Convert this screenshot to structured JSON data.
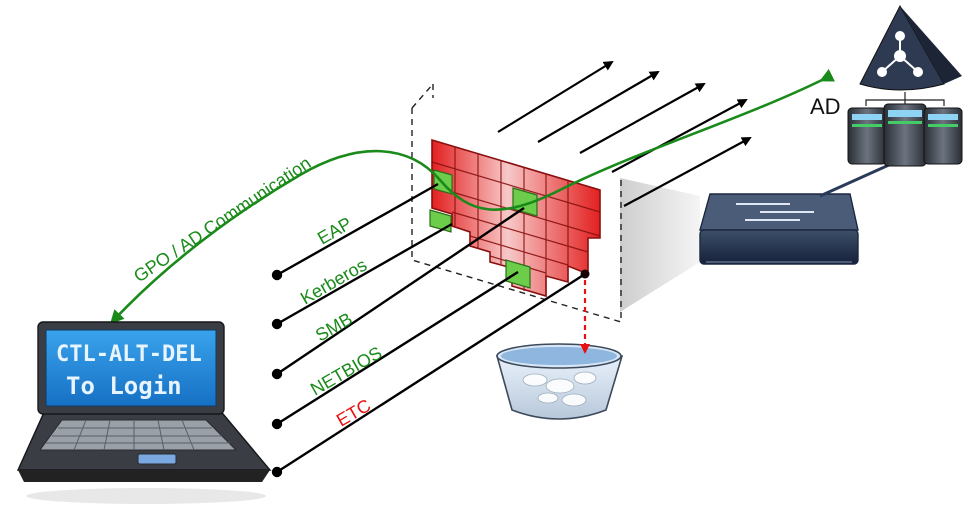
{
  "protocols": [
    {
      "label": "EAP",
      "color": "#1a8a1a"
    },
    {
      "label": "Kerberos",
      "color": "#1a8a1a"
    },
    {
      "label": "SMB",
      "color": "#1a8a1a"
    },
    {
      "label": "NETBIOS",
      "color": "#1a8a1a"
    },
    {
      "label": "ETC",
      "color": "#e81010"
    }
  ],
  "gpo_label": "GPO / AD Communication",
  "ad_label": "AD",
  "laptop": {
    "line1": "CTL-ALT-DEL",
    "line2": "To Login"
  },
  "colors": {
    "allowed": "#1a8a1a",
    "blocked": "#e81010",
    "firewall": "#e53030",
    "open_port": "#6ccd4a",
    "screen": "#1c86d8"
  }
}
